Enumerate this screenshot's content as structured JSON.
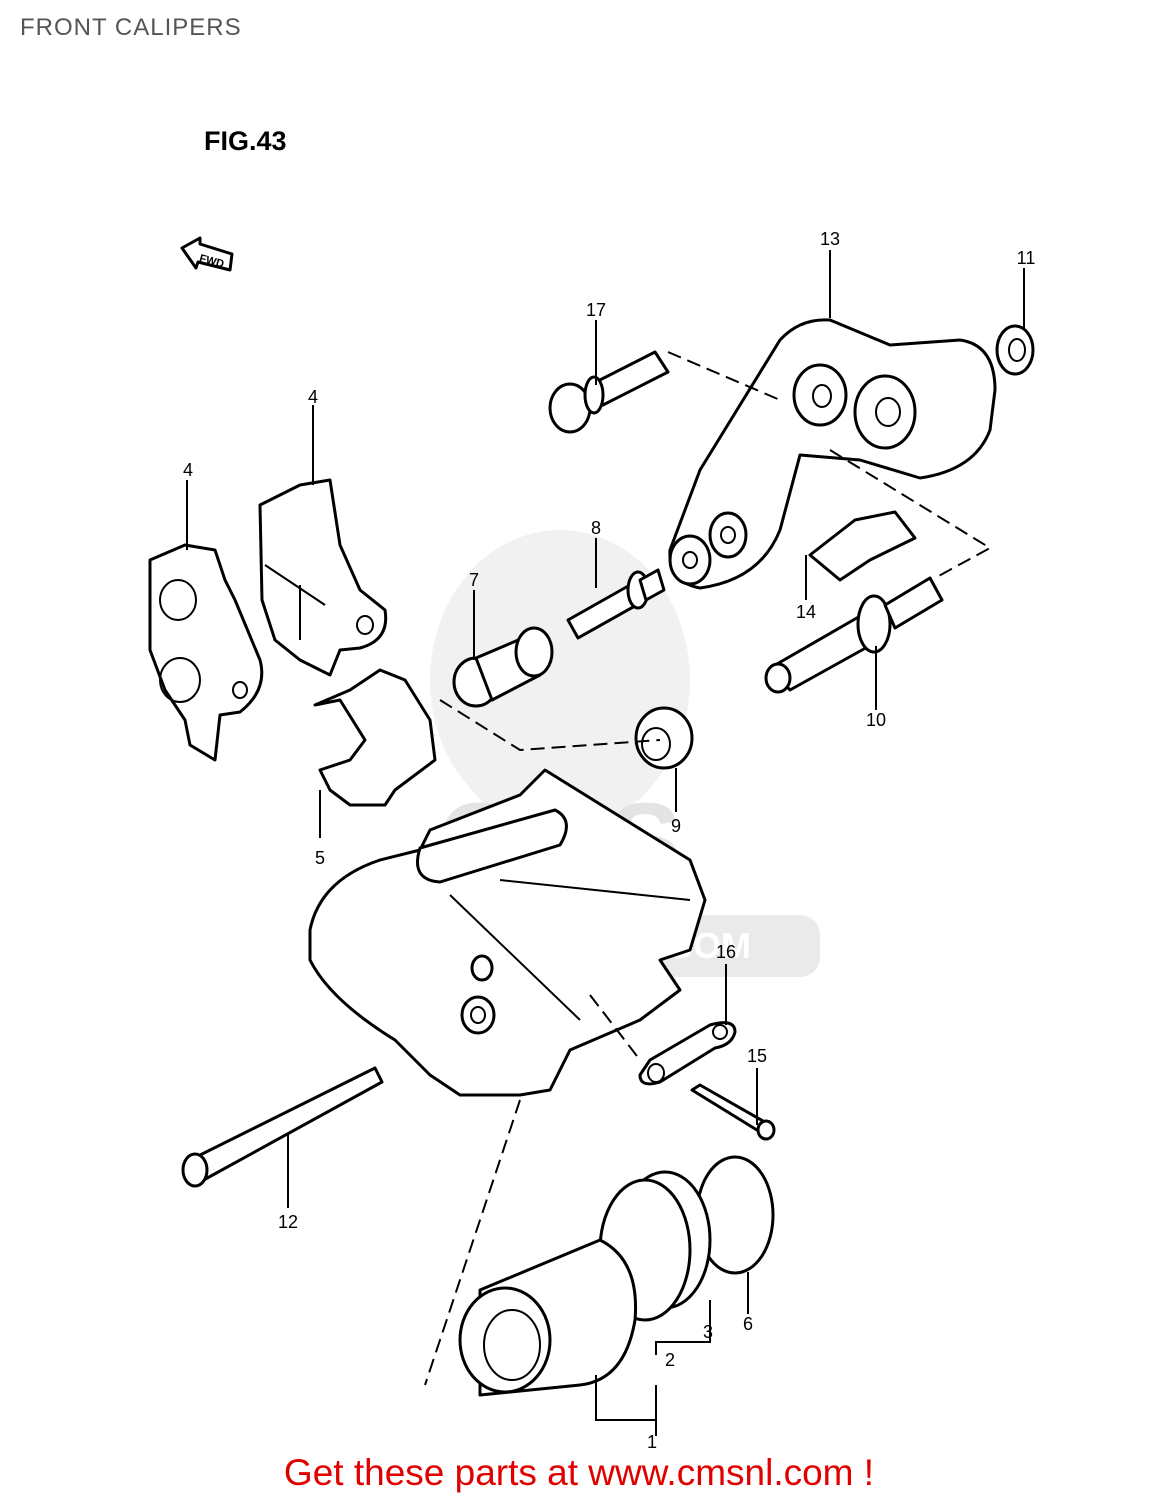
{
  "page": {
    "title": "FRONT CALIPERS",
    "figure_label": "FIG.43",
    "fwd_label": "FWD",
    "watermark_text": "WWW.CMSNL.COM",
    "watermark_logo": "CMS",
    "footer_text": "Get these parts at www.cmsnl.com !",
    "footer_color": "#e00000"
  },
  "callouts": [
    {
      "id": "c1",
      "label": "1"
    },
    {
      "id": "c2",
      "label": "2"
    },
    {
      "id": "c3",
      "label": "3"
    },
    {
      "id": "c4a",
      "label": "4"
    },
    {
      "id": "c4b",
      "label": "4"
    },
    {
      "id": "c5",
      "label": "5"
    },
    {
      "id": "c6",
      "label": "6"
    },
    {
      "id": "c7",
      "label": "7"
    },
    {
      "id": "c8",
      "label": "8"
    },
    {
      "id": "c9",
      "label": "9"
    },
    {
      "id": "c10",
      "label": "10"
    },
    {
      "id": "c11",
      "label": "11"
    },
    {
      "id": "c12",
      "label": "12"
    },
    {
      "id": "c13",
      "label": "13"
    },
    {
      "id": "c14",
      "label": "14"
    },
    {
      "id": "c15",
      "label": "15"
    },
    {
      "id": "c16",
      "label": "16"
    },
    {
      "id": "c17",
      "label": "17"
    }
  ]
}
